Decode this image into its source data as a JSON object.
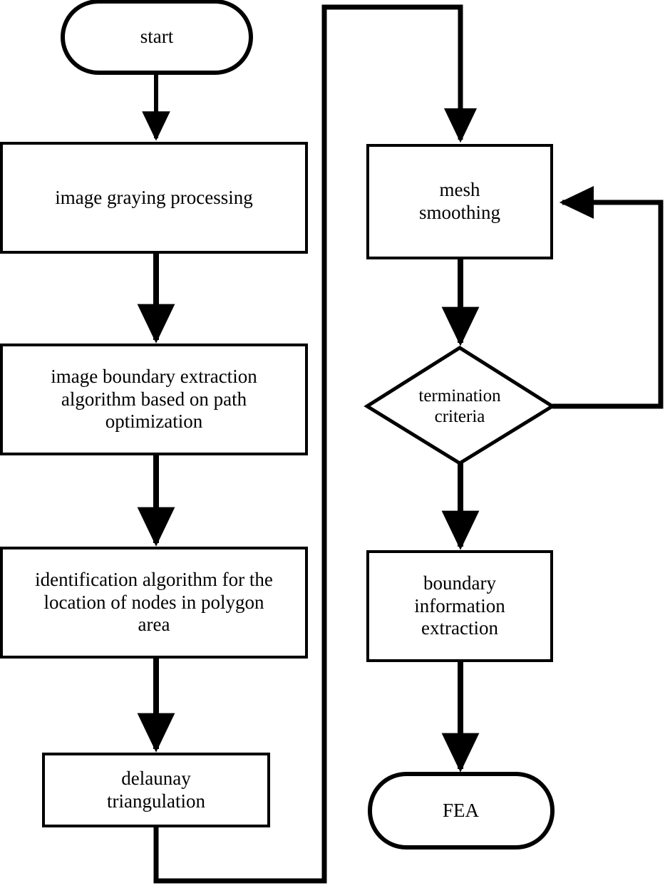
{
  "diagram": {
    "title": "mesh generation and finite element analysis workflow flowchart",
    "stroke_color": "#000000",
    "fill_color": "#ffffff",
    "nodes": {
      "start": {
        "label": "start",
        "shape": "terminator"
      },
      "image_graying": {
        "label": "image graying processing",
        "shape": "process"
      },
      "boundary_extraction": {
        "label": "image boundary extraction\nalgorithm based on path\noptimization",
        "shape": "process"
      },
      "node_identification": {
        "label": "identification algorithm for the\nlocation of nodes in polygon\narea",
        "shape": "process"
      },
      "delaunay": {
        "label": "delaunay\ntriangulation",
        "shape": "process"
      },
      "mesh_smoothing": {
        "label": "mesh\nsmoothing",
        "shape": "process"
      },
      "termination": {
        "label": "termination\ncriteria",
        "shape": "decision"
      },
      "boundary_info": {
        "label": "boundary\ninformation\nextraction",
        "shape": "process"
      },
      "fea": {
        "label": "FEA",
        "shape": "terminator"
      }
    },
    "edges": [
      {
        "from": "start",
        "to": "image_graying",
        "label": ""
      },
      {
        "from": "image_graying",
        "to": "boundary_extraction",
        "label": ""
      },
      {
        "from": "boundary_extraction",
        "to": "node_identification",
        "label": ""
      },
      {
        "from": "node_identification",
        "to": "delaunay",
        "label": ""
      },
      {
        "from": "delaunay",
        "to": "mesh_smoothing",
        "label": ""
      },
      {
        "from": "mesh_smoothing",
        "to": "termination",
        "label": ""
      },
      {
        "from": "termination",
        "to": "mesh_smoothing",
        "label": ""
      },
      {
        "from": "termination",
        "to": "boundary_info",
        "label": ""
      },
      {
        "from": "boundary_info",
        "to": "fea",
        "label": ""
      }
    ]
  }
}
